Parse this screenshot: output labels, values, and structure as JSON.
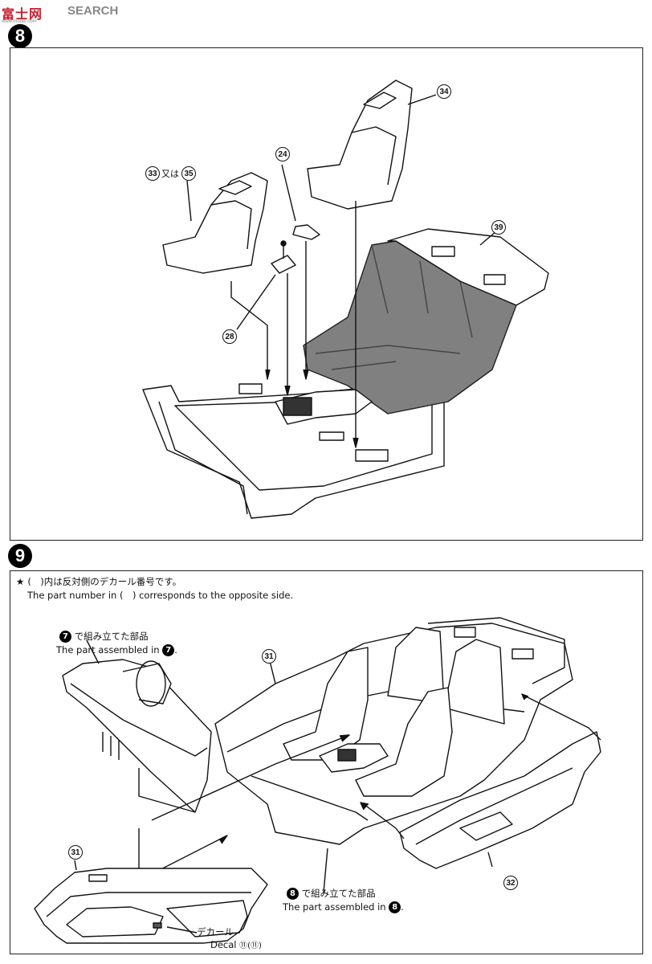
{
  "watermark": {
    "brand_cn": "富士网",
    "brand_en": "SEARCH",
    "url": "www.model.com"
  },
  "step8": {
    "badge": "8",
    "callouts": {
      "front_seat_right": "34",
      "front_seat_left_a": "33",
      "or_text": "又は",
      "front_seat_left_b": "35",
      "parking_brake": "24",
      "shift_lever": "28",
      "rear_seat": "39"
    }
  },
  "step9": {
    "badge": "9",
    "note_jp": "(　)内は反対側のデカール番号です。",
    "note_en": "The part number in (　) corresponds to the opposite side.",
    "assembled7_jp": "で組み立てた部品",
    "assembled7_en": "The part assembled in",
    "assembled7_ref": "7",
    "assembled8_jp": "で組み立てた部品",
    "assembled8_en": "The part assembled in",
    "assembled8_ref": "8",
    "callouts": {
      "left_door_panel": "31",
      "right_door_panel": "32",
      "inset_door": "31"
    },
    "decal_jp": "デカール",
    "decal_en": "Decal",
    "decal_numbers": "⑪(⑪)"
  }
}
